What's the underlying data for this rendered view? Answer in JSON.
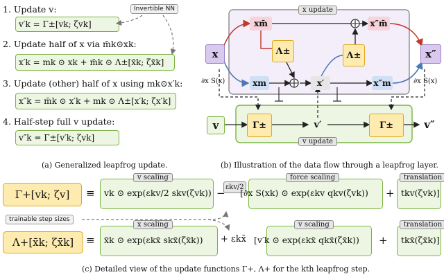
{
  "panel_a": {
    "step1": "1. Update v:",
    "eq1": "v′k = Γ±[vk; ζvk]",
    "invertible_tag": "Invertible NN",
    "step2": "2. Update half of x via m̄k⊙xk:",
    "eq2": "x′k = mk ⊙ xk + m̄k ⊙ Λ±[x̄k; ζx̄k]",
    "step3": "3. Update (other) half of x using mk⊙x′k:",
    "eq3": "x″k = m̄k ⊙ x′k + mk ⊙ Λ±[x′k; ζx′k]",
    "step4": "4. Half-step full v update:",
    "eq4": "v″k = Γ±[v′k; ζvk]",
    "caption": "(a) Generalized leapfrog update."
  },
  "panel_b": {
    "x_update": "x update",
    "v_update": "v update",
    "x": "x",
    "x_mbar": "xm̄",
    "x_m": "xm",
    "x_prime": "x′",
    "x_dd_mbar": "x″m̄",
    "x_dd_m": "x″m",
    "x_dd": "x″",
    "lambda": "Λ±",
    "gamma": "Γ±",
    "v": "v",
    "v_prime": "v′",
    "v_dd": "v″",
    "dS_left": "∂x S(x)",
    "dS_right": "∂x S(x)",
    "caption": "(b) Illustration of the data flow through a leapfrog layer."
  },
  "panel_c": {
    "gamma_lhs": "Γ+[vk; ζv]",
    "equiv": "≡",
    "v_scaling": "v scaling",
    "gamma_term1": "vk ⊙ exp(εkv/2 skv(ζvk))",
    "minus": "−",
    "eps_half": "εkv/2",
    "force_scaling": "force scaling",
    "gamma_term2": "[∂x S(xk) ⊙ exp(εkv qkv(ζvk))",
    "plus1": "+",
    "translation1": "translation",
    "gamma_term3": "tkv(ζvk)]",
    "trainable_tag": "trainable step sizes",
    "lambda_lhs": "Λ+[x̄k; ζx̄k]",
    "x_scaling": "x scaling",
    "lambda_term1": "x̄k ⊙ exp(εkx̄ skx̄(ζx̄k))",
    "plus_eps": "+ εkx̄",
    "v_scaling2": "v scaling",
    "lambda_term2": "[v′k ⊙ exp(εkx̄ qkx̄(ζx̄k))",
    "plus2": "+",
    "translation2": "translation",
    "lambda_term3": "tkx̄(ζx̄k)]",
    "caption": "(c) Detailed view of the update functions Γ+, Λ+ for the kth leapfrog step."
  },
  "colors": {
    "green_border": "#7cb342",
    "green_fill": "#edf6e2",
    "orange_border": "#e0a81e",
    "orange_fill": "#fdebb0",
    "purple": "#d9c9ee",
    "pink": "#f7d3dc",
    "blue": "#cfe0f5",
    "red_arrow": "#c0392b",
    "blue_arrow": "#4a78b8"
  }
}
